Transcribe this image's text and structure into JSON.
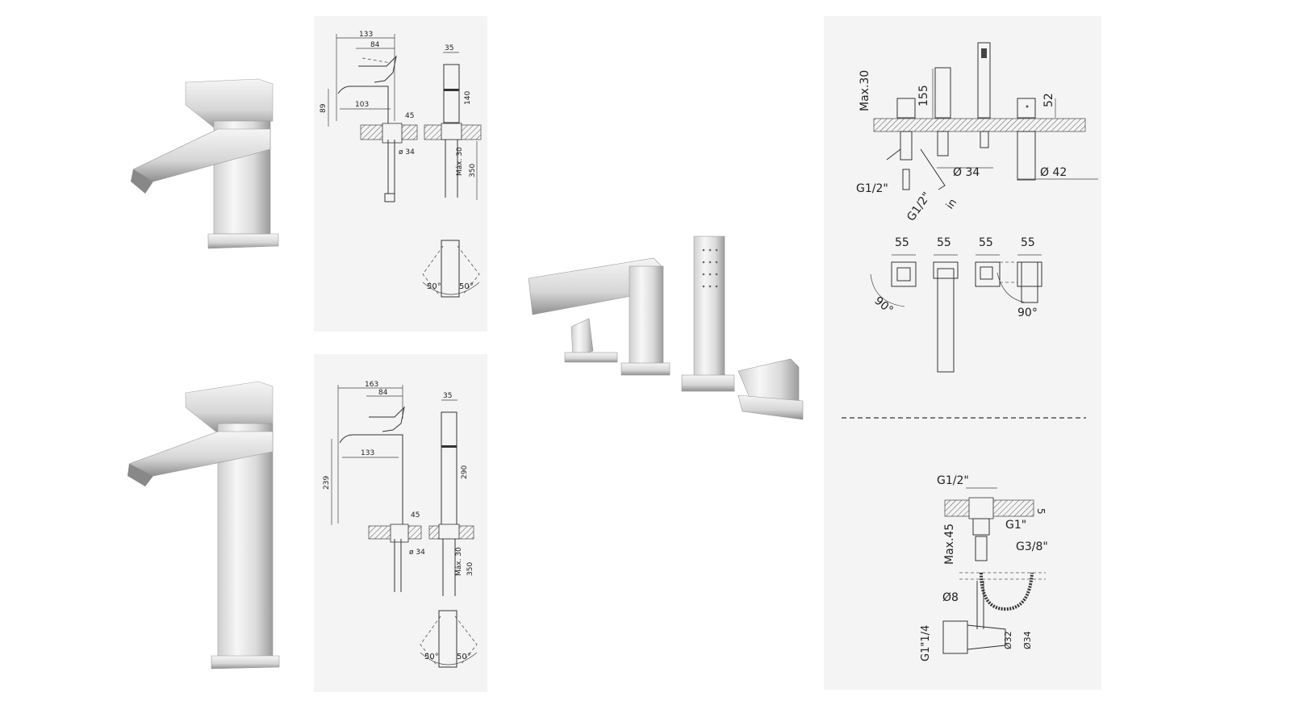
{
  "basin_mixer": {
    "dims": {
      "width_total": "133",
      "lever": "84",
      "spout_reach": "103",
      "spout_height": "89",
      "base": "45",
      "hole_dia": "ø 34",
      "body_depth": "35",
      "body_height": "140",
      "max_deck": "Máx. 30",
      "hose": "350",
      "rot_left": "50°",
      "rot_right": "50°"
    }
  },
  "tall_basin_mixer": {
    "dims": {
      "width_total": "163",
      "lever": "84",
      "spout_reach": "133",
      "spout_height": "239",
      "base": "45",
      "hole_dia": "ø 34",
      "body_depth": "35",
      "body_height": "290",
      "max_deck": "Máx. 30",
      "hose": "350",
      "rot_left": "50°",
      "rot_right": "50°"
    }
  },
  "bath_set": {
    "dims": {
      "max_deck": "Max.30",
      "spout_height": "155",
      "handle_height": "52",
      "dia_34": "Ø 34",
      "dia_42": "Ø 42",
      "inlet_left": "G1/2\"",
      "inlet_diag": "G1/2\"",
      "in_label": "in",
      "w1": "55",
      "w2": "55",
      "w3": "55",
      "w4": "55",
      "rot_left": "90°",
      "rot_right": "90°"
    }
  },
  "drain": {
    "dims": {
      "thread_top": "G1/2\"",
      "flange": "5",
      "thread_body": "G1\"",
      "max_deck": "Max.45",
      "hose_thread": "G3/8\"",
      "hose_dia": "Ø8",
      "outlet_thread": "G1\"1/4",
      "dia_32": "Ø32",
      "dia_34": "Ø34"
    }
  }
}
